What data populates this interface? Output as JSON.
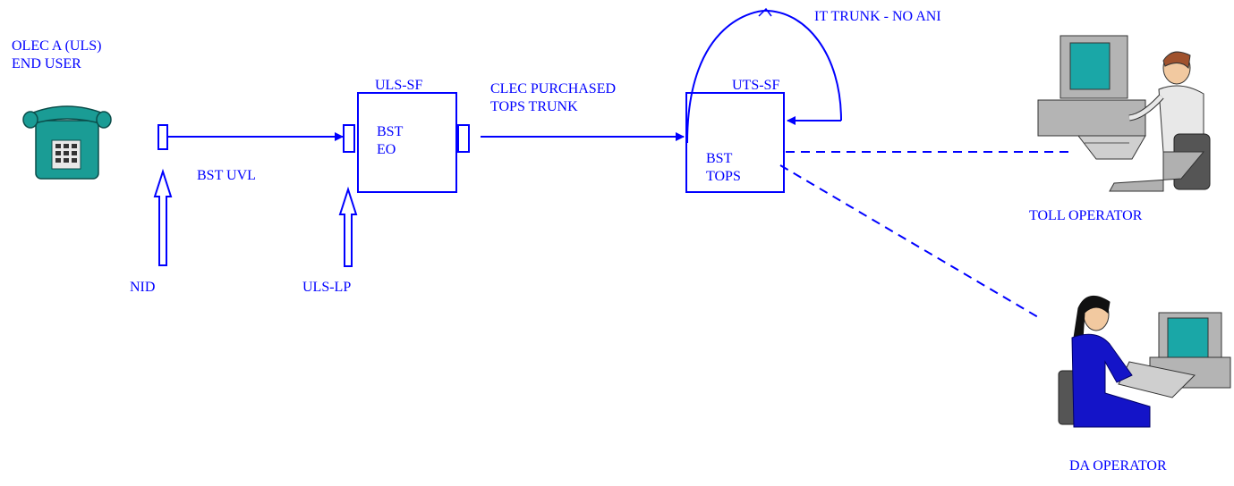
{
  "labels": {
    "end_user": "OLEC A (ULS)\nEND USER",
    "bst_uvl": "BST UVL",
    "nid": "NID",
    "uls_lp": "ULS-LP",
    "uls_sf": "ULS-SF",
    "bst_eo": "BST\nEO",
    "clec_trunk": "CLEC PURCHASED\n TOPS TRUNK",
    "uts_sf": "UTS-SF",
    "bst_tops": "BST\nTOPS",
    "it_trunk": "IT TRUNK - NO ANI",
    "toll_operator": "TOLL OPERATOR",
    "da_operator": "DA OPERATOR"
  },
  "colors": {
    "line": "#0000ff",
    "phone": "#1a9c95",
    "monitor_screen": "#1aa7a7",
    "computer": "#b4b4b4",
    "shirt_toll": "#e8e8e8",
    "dress_da": "#1414c8"
  },
  "icons": [
    "telephone-icon",
    "toll-operator-icon",
    "da-operator-icon"
  ]
}
